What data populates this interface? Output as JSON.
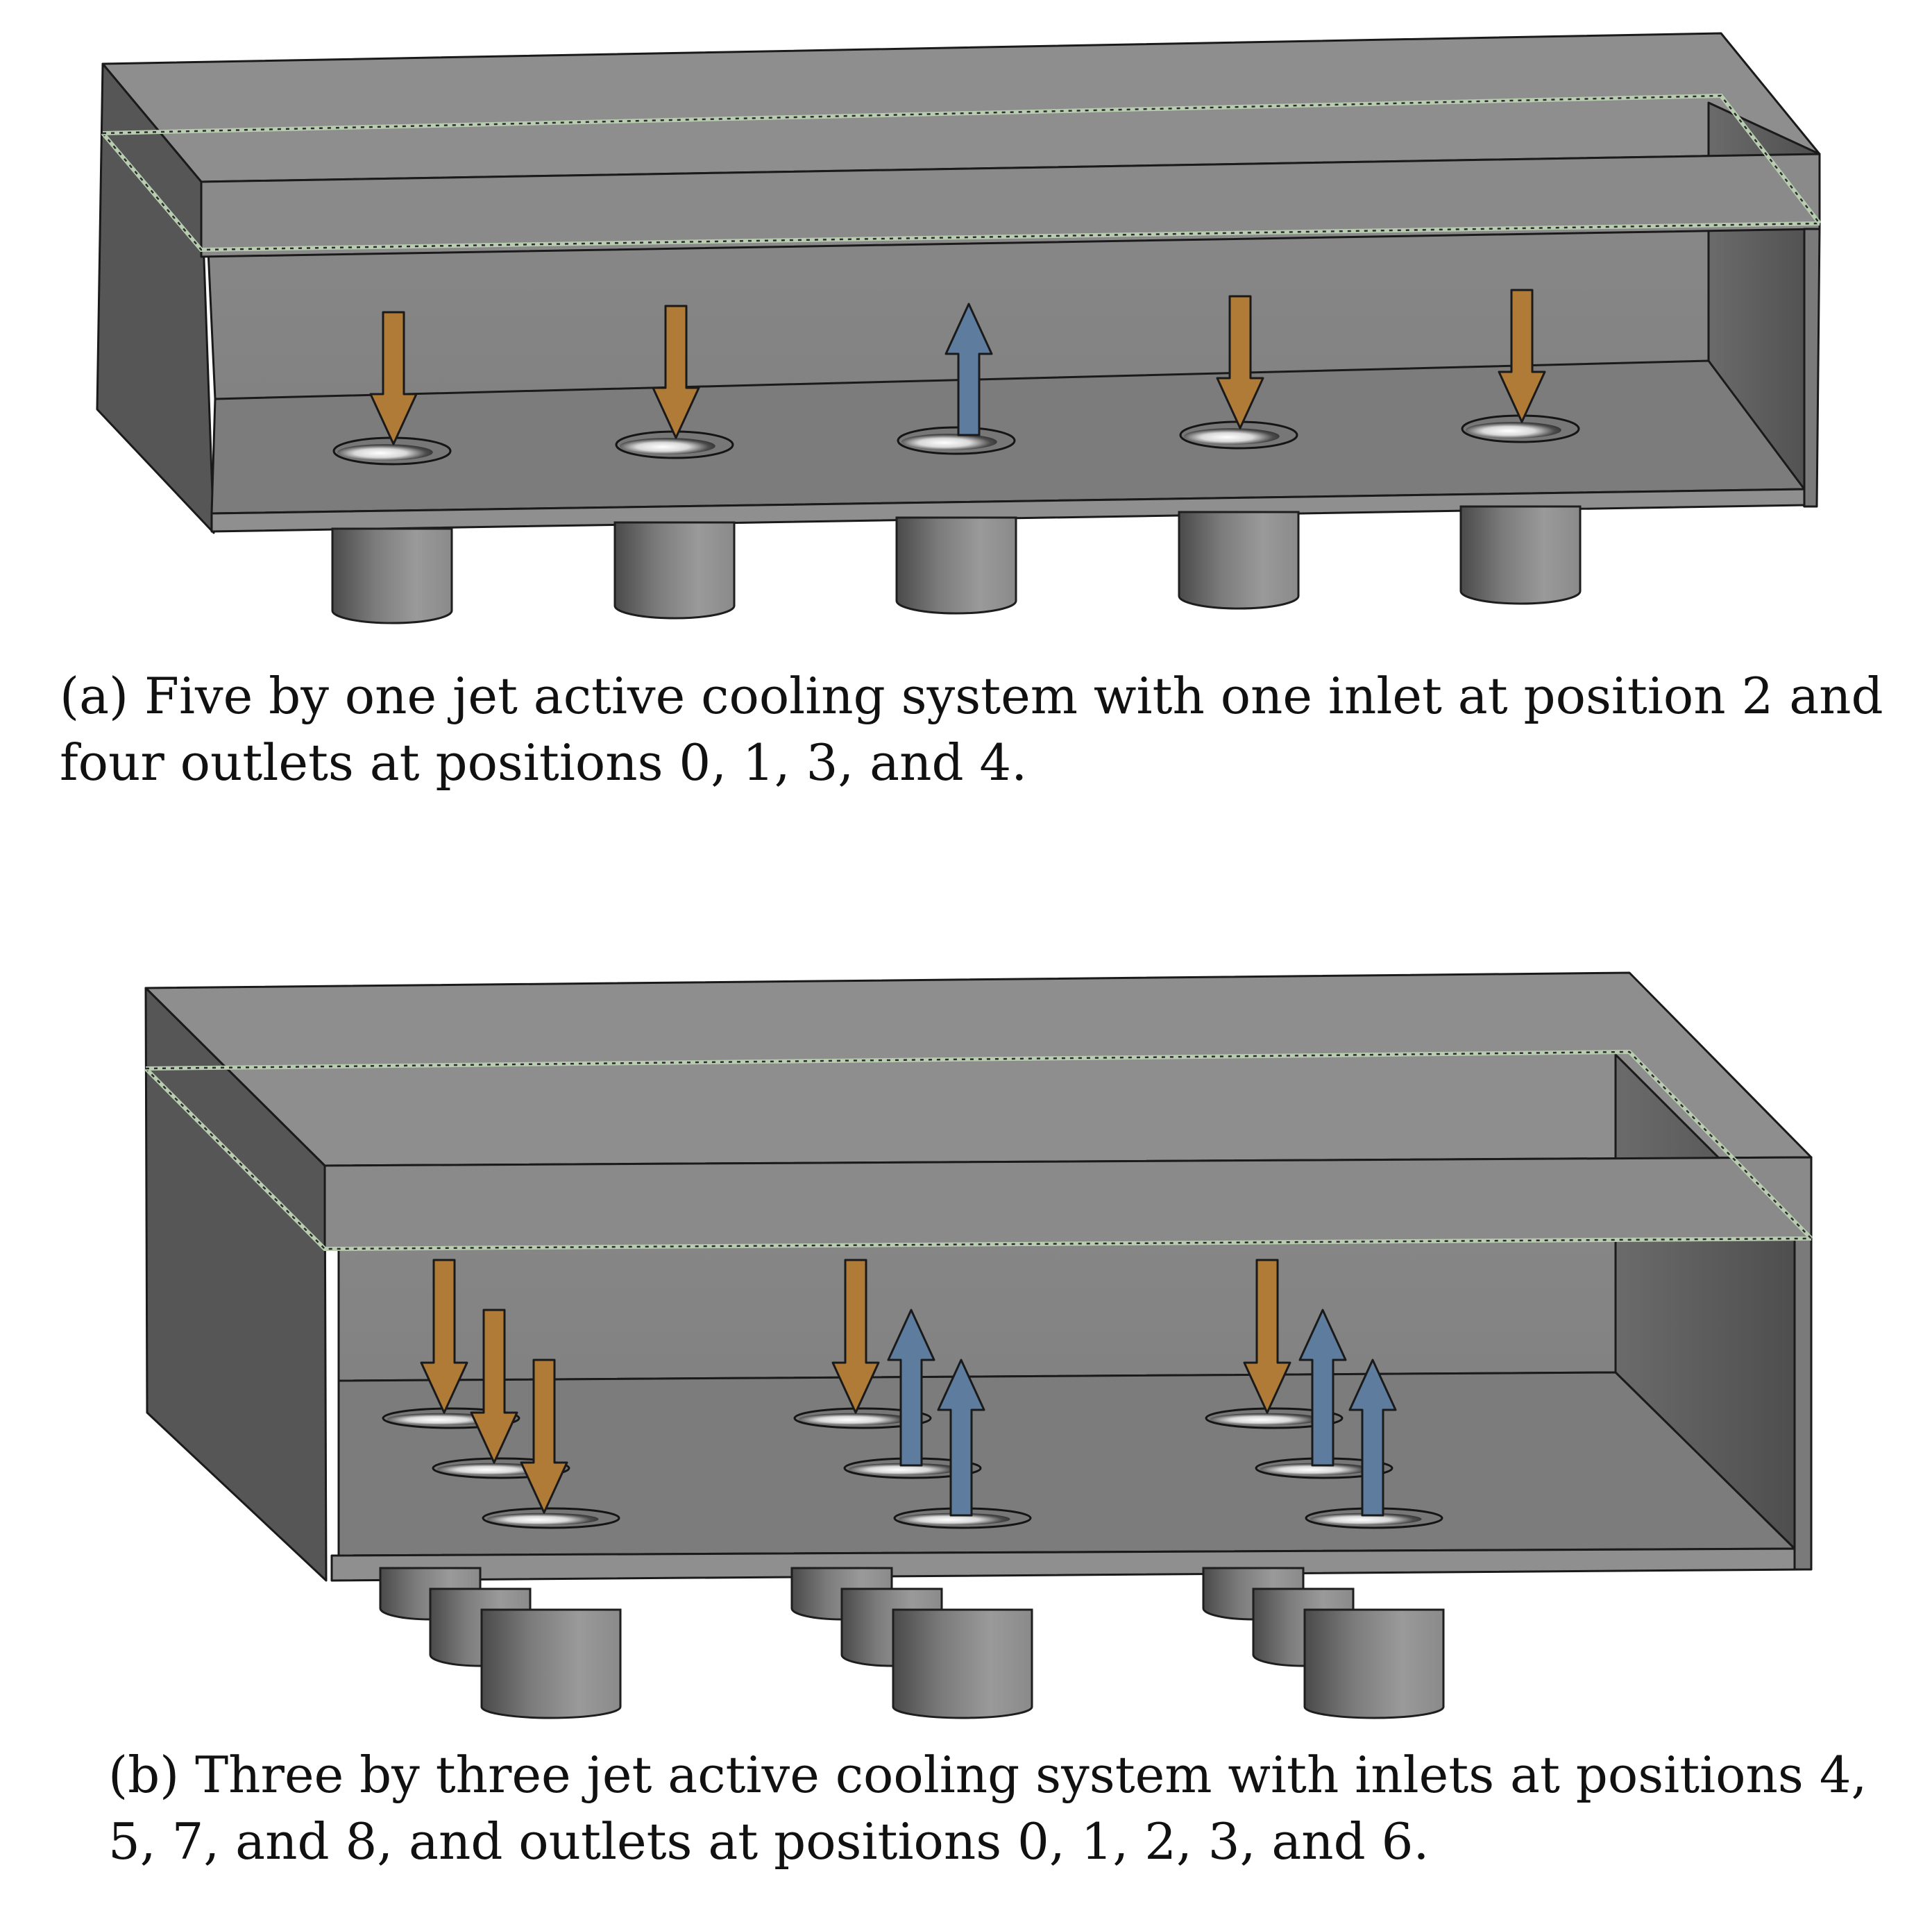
{
  "colors": {
    "inlet_arrow": "#5d7c9e",
    "outlet_arrow": "#b07a37",
    "housing": "#6a6a6a",
    "dashed_plane": "#b8cdb0"
  },
  "figure_a": {
    "caption_lines": [
      "(a) Five by one jet active cooling system with one inlet at position 2 and",
      "four outlets at positions 0, 1, 3, and 4."
    ],
    "jets": [
      {
        "position": 0,
        "role": "outlet"
      },
      {
        "position": 1,
        "role": "outlet"
      },
      {
        "position": 2,
        "role": "inlet"
      },
      {
        "position": 3,
        "role": "outlet"
      },
      {
        "position": 4,
        "role": "outlet"
      }
    ]
  },
  "figure_b": {
    "caption_lines": [
      "(b) Three by three jet active cooling system with inlets at positions 4,",
      "5, 7, and 8, and outlets at positions 0, 1, 2, 3, and 6."
    ],
    "jets": [
      {
        "position": 0,
        "role": "outlet"
      },
      {
        "position": 1,
        "role": "outlet"
      },
      {
        "position": 2,
        "role": "outlet"
      },
      {
        "position": 3,
        "role": "outlet"
      },
      {
        "position": 4,
        "role": "inlet"
      },
      {
        "position": 5,
        "role": "inlet"
      },
      {
        "position": 6,
        "role": "outlet"
      },
      {
        "position": 7,
        "role": "inlet"
      },
      {
        "position": 8,
        "role": "inlet"
      }
    ]
  }
}
